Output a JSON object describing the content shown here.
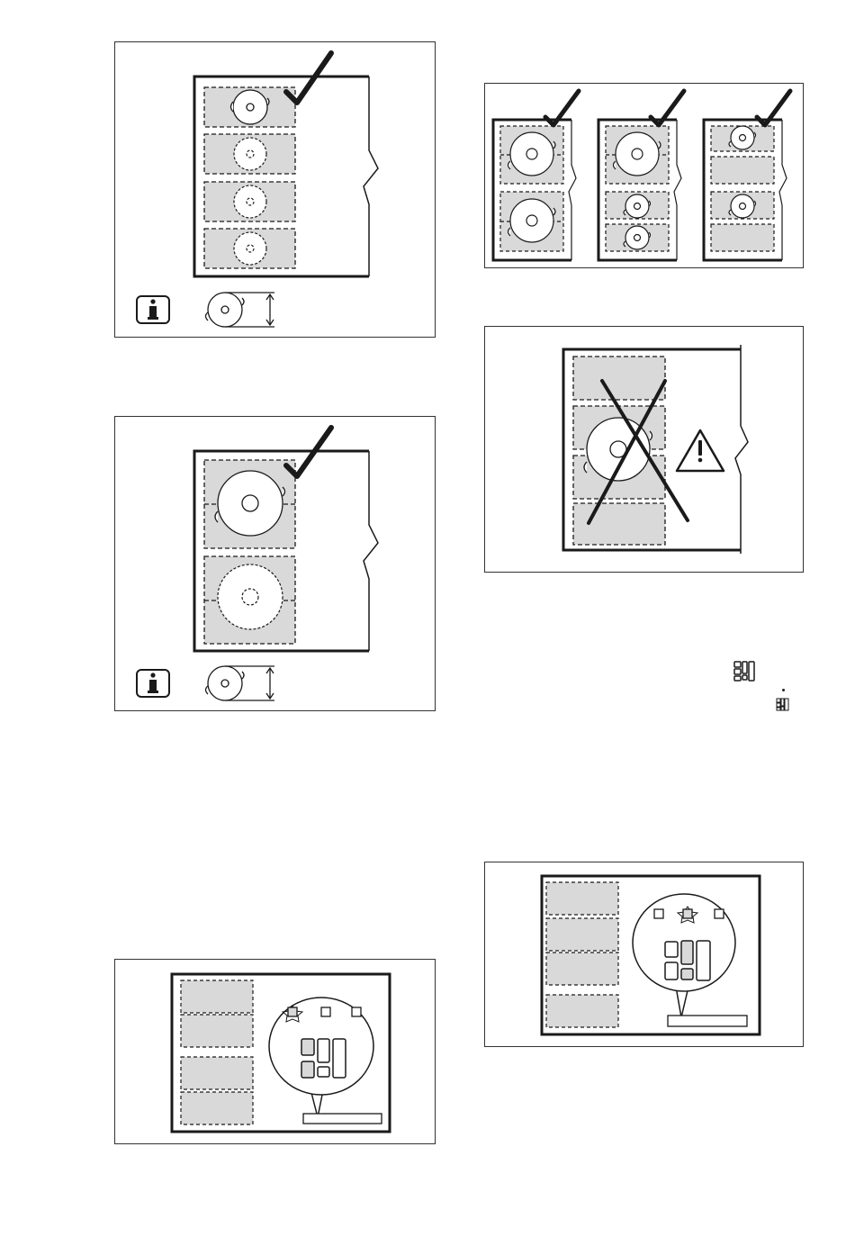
{
  "page": {
    "title": "",
    "figures": [
      {
        "id": "fig-1",
        "mark": "check",
        "icon": "info-icon"
      },
      {
        "id": "fig-2",
        "mark": "check",
        "icon": "info-icon"
      },
      {
        "id": "fig-3",
        "mark": "check-x3"
      },
      {
        "id": "fig-4",
        "mark": "cross",
        "icon": "warning-icon"
      },
      {
        "id": "fig-5",
        "mark": "control-panel",
        "highlight": "left-zone"
      },
      {
        "id": "fig-6",
        "mark": "control-panel",
        "highlight": "middle-zone"
      }
    ]
  },
  "colors": {
    "zone_fill": "#d9d9d9",
    "stroke": "#1a1a1a",
    "panel_border": "#333333",
    "background": "#ffffff"
  }
}
